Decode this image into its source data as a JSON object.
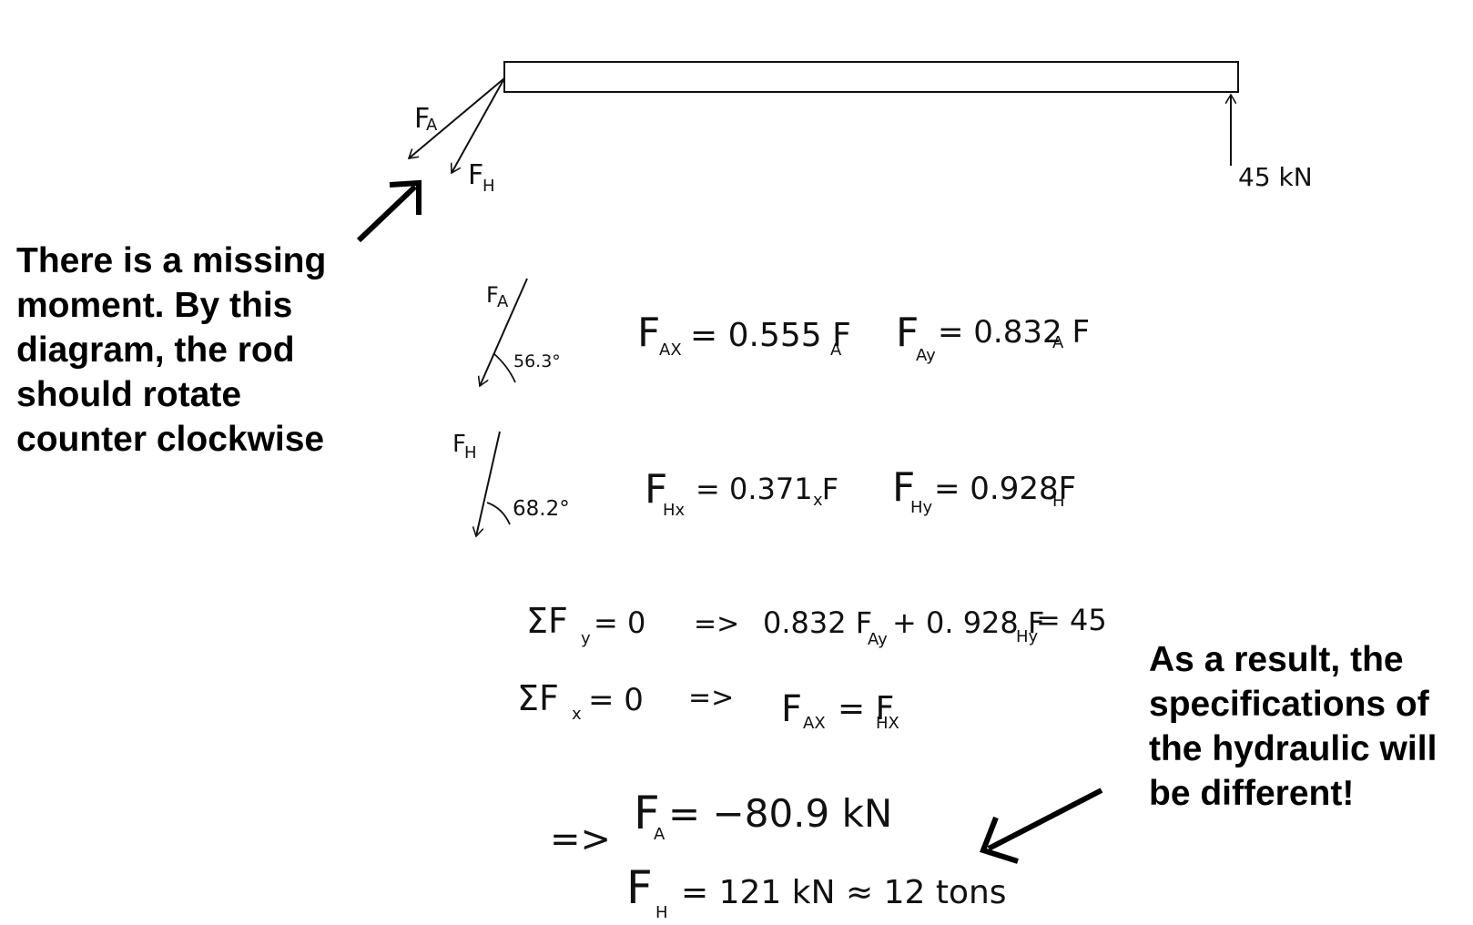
{
  "free_body": {
    "fa_label": "F",
    "fa_sub": "A",
    "fh_label": "F",
    "fh_sub": "H",
    "load_label": "45 kN"
  },
  "angles": {
    "fa_label": "F",
    "fa_sub": "A",
    "fa_angle": "56.3°",
    "fh_label": "F",
    "fh_sub": "H",
    "fh_angle": "68.2°"
  },
  "components": {
    "fax": {
      "main": "F",
      "sub": "AX",
      "rhs": "= 0.555 F",
      "rhs_sub": "A"
    },
    "fay": {
      "main": "F",
      "sub": "Ay",
      "rhs": "= 0.832 F",
      "rhs_sub": "A"
    },
    "fhx": {
      "main": "F",
      "sub": "Hx",
      "rhs": "= 0.371 F",
      "rhs_sub": "x"
    },
    "fhy": {
      "main": "F",
      "sub": "Hy",
      "rhs": "= 0.928F",
      "rhs_sub": "H"
    }
  },
  "equilibrium": {
    "sum_fy": {
      "lhs": "ΣF",
      "lhs_sub": "y",
      "eq0": "= 0",
      "arrow": "=>",
      "t1": "0.832 F",
      "t1_sub": "Ay",
      "t2": "+ 0. 928 F",
      "t2_sub": "Hy",
      "end": "= 45"
    },
    "sum_fx": {
      "lhs": "ΣF",
      "lhs_sub": "x",
      "eq0": "= 0",
      "arrow": "=>",
      "t1": "F",
      "t1_sub": "AX",
      "t2": "= F",
      "t2_sub": "HX"
    }
  },
  "results": {
    "arrow": "=>",
    "fa": {
      "main": "F",
      "sub": "A",
      "value": "=  −80.9  kN"
    },
    "fh": {
      "main": "F",
      "sub": "H",
      "value": "=  121 kN   ≈   12 tons"
    }
  },
  "annotations": {
    "left_lines": [
      "There is a missing",
      "moment. By this",
      "diagram, the rod",
      "should rotate",
      "counter clockwise"
    ],
    "right_lines": [
      "As a result, the",
      "specifications of",
      "the hydraulic will",
      "be different!"
    ]
  },
  "colors": {
    "ink": "#111111",
    "background": "#ffffff"
  }
}
